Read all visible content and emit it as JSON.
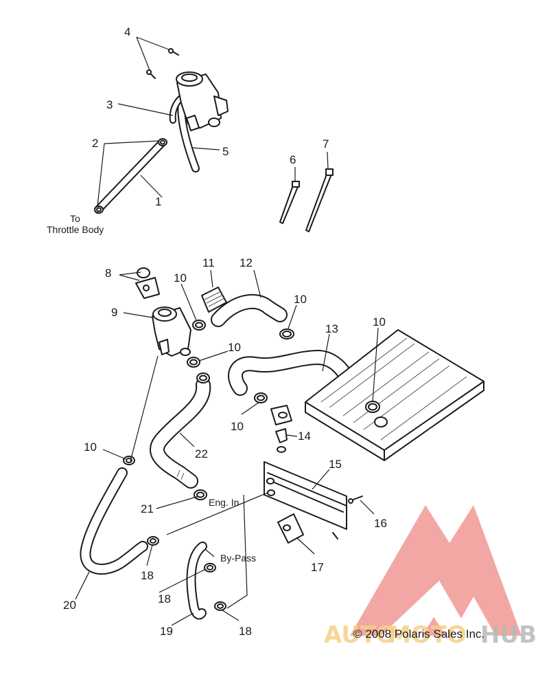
{
  "callouts": {
    "p1": "1",
    "p2": "2",
    "p3": "3",
    "p4": "4",
    "p5": "5",
    "p6": "6",
    "p7": "7",
    "p8": "8",
    "p9": "9",
    "p10a": "10",
    "p10b": "10",
    "p10c": "10",
    "p10d": "10",
    "p10e": "10",
    "p10f": "10",
    "p11": "11",
    "p12": "12",
    "p13": "13",
    "p14": "14",
    "p15": "15",
    "p16": "16",
    "p17": "17",
    "p18a": "18",
    "p18b": "18",
    "p18c": "18",
    "p19": "19",
    "p20": "20",
    "p21": "21",
    "p22": "22"
  },
  "notes": {
    "to": "To",
    "throttle_body": "Throttle Body",
    "eng_in": "Eng. In",
    "by_pass": "By-Pass"
  },
  "copyright": "© 2008 Polaris Sales Inc.",
  "watermark": {
    "text_left": "AUTO",
    "text_mid": "MOTO",
    "text_right": "HUB",
    "color_red": "#f08a86",
    "color_orange": "#f6cf88",
    "color_grey": "#b8b8b8"
  }
}
